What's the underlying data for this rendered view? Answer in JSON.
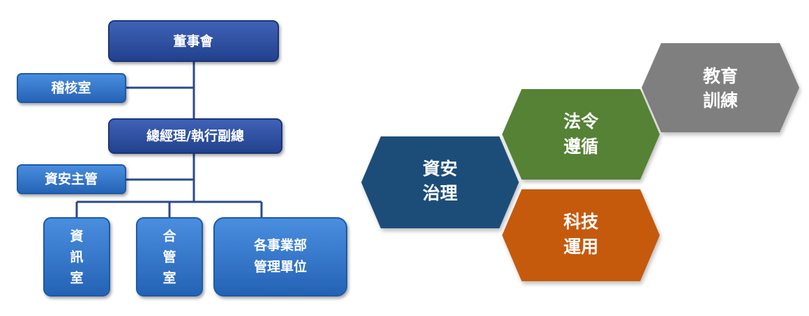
{
  "org_chart": {
    "board": "董事會",
    "audit": "稽核室",
    "gm": "總經理/執行副總",
    "security_head": "資安主管",
    "it_room": [
      "資",
      "訊",
      "室"
    ],
    "compliance_room": [
      "合",
      "管",
      "室"
    ],
    "business_units": [
      "各事業部",
      "管理單位"
    ]
  },
  "hex_diagram": {
    "education": [
      "教育",
      "訓練"
    ],
    "legal": [
      "法令",
      "遵循"
    ],
    "governance": [
      "資安",
      "治理"
    ],
    "technology": [
      "科技",
      "運用"
    ]
  },
  "colors": {
    "dark_blue": "#2b4b9c",
    "mid_blue": "#2e6fc2",
    "connector": "#2a4a88",
    "hex_navy": "#1f4e79",
    "hex_green": "#548235",
    "hex_orange": "#c55a11",
    "hex_gray": "#7f7f7f"
  }
}
